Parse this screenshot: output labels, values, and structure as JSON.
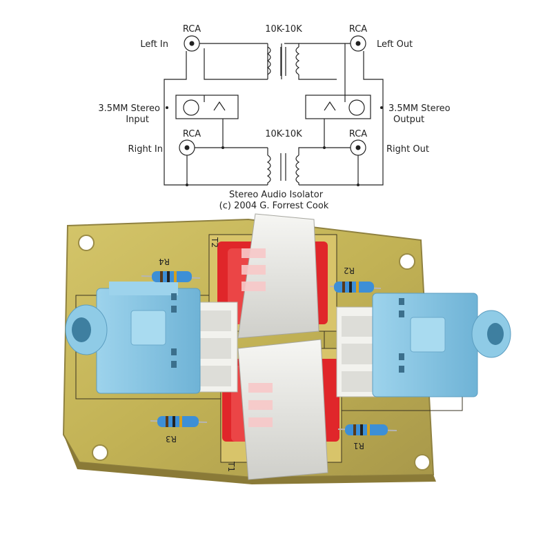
{
  "schematic": {
    "top_left_connector": "RCA",
    "top_right_connector": "RCA",
    "top_transformer": "10K-10K",
    "left_in": "Left In",
    "left_out": "Left Out",
    "stereo_in_line1": "3.5MM Stereo",
    "stereo_in_line2": "Input",
    "stereo_out_line1": "3.5MM Stereo",
    "stereo_out_line2": "Output",
    "bottom_left_connector": "RCA",
    "bottom_right_connector": "RCA",
    "bottom_transformer": "10K-10K",
    "right_in": "Right In",
    "right_out": "Right Out",
    "caption_title": "Stereo Audio Isolator",
    "caption_credit": "(c) 2004  G. Forrest Cook"
  },
  "board": {
    "resistor_r4": "R4",
    "resistor_r2": "R2",
    "resistor_r3": "R3",
    "resistor_r1": "R1",
    "transformer_t2": "T2",
    "transformer_t1": "T1",
    "colors": {
      "pcb": "#c7b659",
      "jack": "#8fcbe6",
      "transformer_bobbin": "#e0262a",
      "transformer_core": "#eeeeea",
      "resistor": "#3d8fd6"
    }
  }
}
